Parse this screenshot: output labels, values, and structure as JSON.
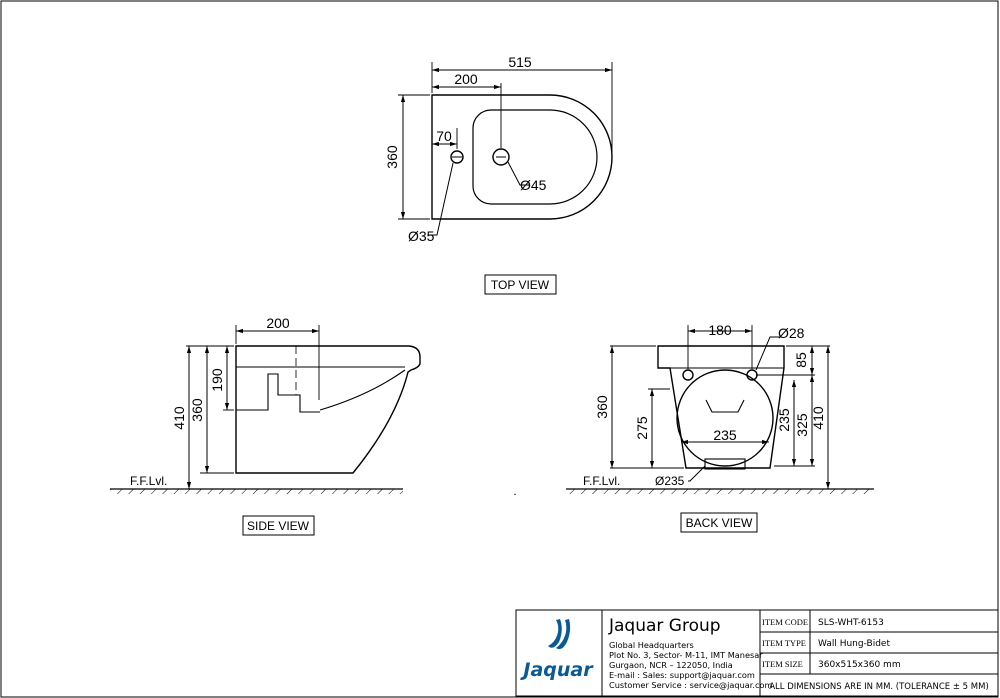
{
  "top_view": {
    "label": "TOP VIEW",
    "dim_total_width": "515",
    "dim_partial_width": "200",
    "dim_height": "360",
    "dim_hole_offset": "70",
    "dim_center_hole": "Ø45",
    "dim_side_hole": "Ø35"
  },
  "side_view": {
    "label": "SIDE VIEW",
    "dim_top_width": "200",
    "dim_190": "190",
    "dim_360": "360",
    "dim_410": "410",
    "floor_label": "F.F.Lvl."
  },
  "back_view": {
    "label": "BACK VIEW",
    "dim_hole_spacing": "180",
    "dim_hole_dia": "Ø28",
    "dim_85": "85",
    "dim_235_right": "235",
    "dim_325": "325",
    "dim_410": "410",
    "dim_360": "360",
    "dim_275": "275",
    "dim_235_center": "235",
    "dim_bottom_dia": "Ø235",
    "floor_label": "F.F.Lvl."
  },
  "title_block": {
    "company": "Jaquar Group",
    "logo_text": "Jaquar",
    "address_lines": [
      "Global Headquarters",
      "Plot No. 3, Sector- M-11, IMT Manesar",
      "Gurgaon, NCR – 122050, India",
      "E-mail :  Sales:  support@jaquar.com",
      "Customer Service :  service@jaquar.com"
    ],
    "rows": [
      {
        "label": "ITEM CODE",
        "value": "SLS-WHT-6153"
      },
      {
        "label": "ITEM TYPE",
        "value": "Wall Hung-Bidet"
      },
      {
        "label": "ITEM SIZE",
        "value": "360x515x360 mm"
      }
    ],
    "note": "ALL DIMENSIONS ARE IN MM. (TOLERANCE ± 5 MM)"
  }
}
